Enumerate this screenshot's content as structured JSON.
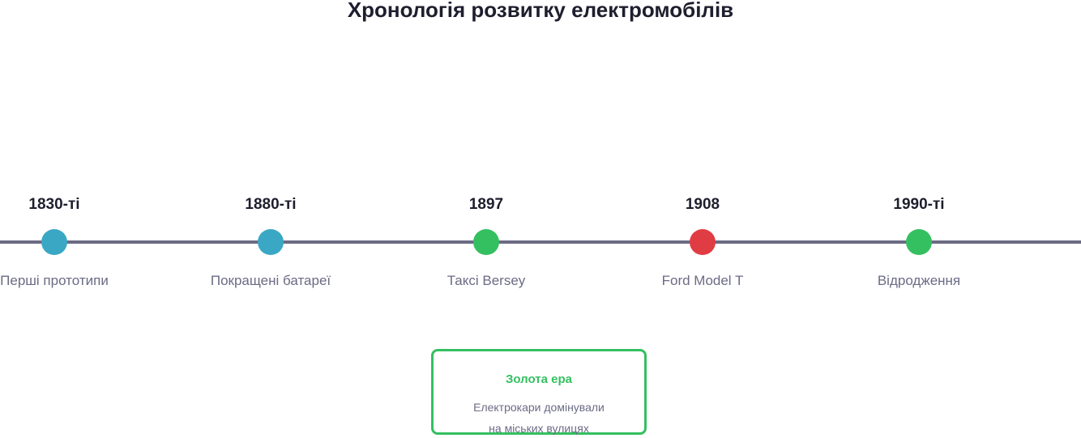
{
  "title": "Хронологія розвитку електромобілів",
  "colors": {
    "axis": "#6b6b85",
    "blue": "#3aa8c4",
    "green": "#34c060",
    "red": "#e03c44",
    "text_dark": "#1e1e2e",
    "text_muted": "#6b6b85"
  },
  "events": [
    {
      "year": "1830-ті",
      "label": "Перші прототипи",
      "color": "#3aa8c4"
    },
    {
      "year": "1880-ті",
      "label": "Покращені батареї",
      "color": "#3aa8c4"
    },
    {
      "year": "1897",
      "label": "Таксі Bersey",
      "color": "#34c060"
    },
    {
      "year": "1908",
      "label": "Ford Model T",
      "color": "#e03c44"
    },
    {
      "year": "1990-ті",
      "label": "Відродження",
      "color": "#34c060"
    }
  ],
  "callout": {
    "title": "Золота ера",
    "line1": "Електрокари домінували",
    "line2": "на міських вулицях",
    "color": "#34c060"
  }
}
